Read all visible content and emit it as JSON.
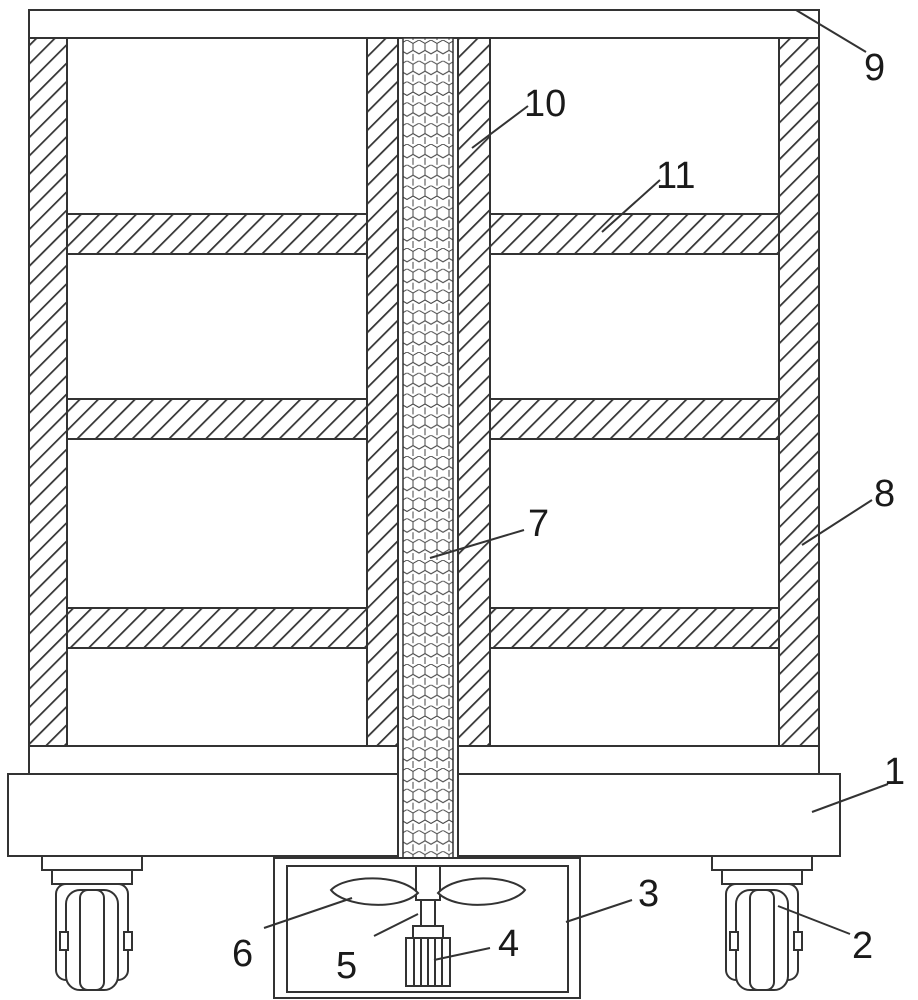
{
  "diagram": {
    "callouts": [
      {
        "id": "1",
        "label": "1",
        "part": "base"
      },
      {
        "id": "2",
        "label": "2",
        "part": "wheel"
      },
      {
        "id": "3",
        "label": "3",
        "part": "fan-box"
      },
      {
        "id": "4",
        "label": "4",
        "part": "motor"
      },
      {
        "id": "5",
        "label": "5",
        "part": "shaft"
      },
      {
        "id": "6",
        "label": "6",
        "part": "fan-blade"
      },
      {
        "id": "7",
        "label": "7",
        "part": "mesh-column"
      },
      {
        "id": "8",
        "label": "8",
        "part": "side-wall"
      },
      {
        "id": "9",
        "label": "9",
        "part": "top-plate"
      },
      {
        "id": "10",
        "label": "10",
        "part": "inner-column"
      },
      {
        "id": "11",
        "label": "11",
        "part": "shelf"
      }
    ],
    "colors": {
      "line": "#333333",
      "hatch": "#333333",
      "fill": "#ffffff",
      "text": "#1a1a1a"
    }
  }
}
